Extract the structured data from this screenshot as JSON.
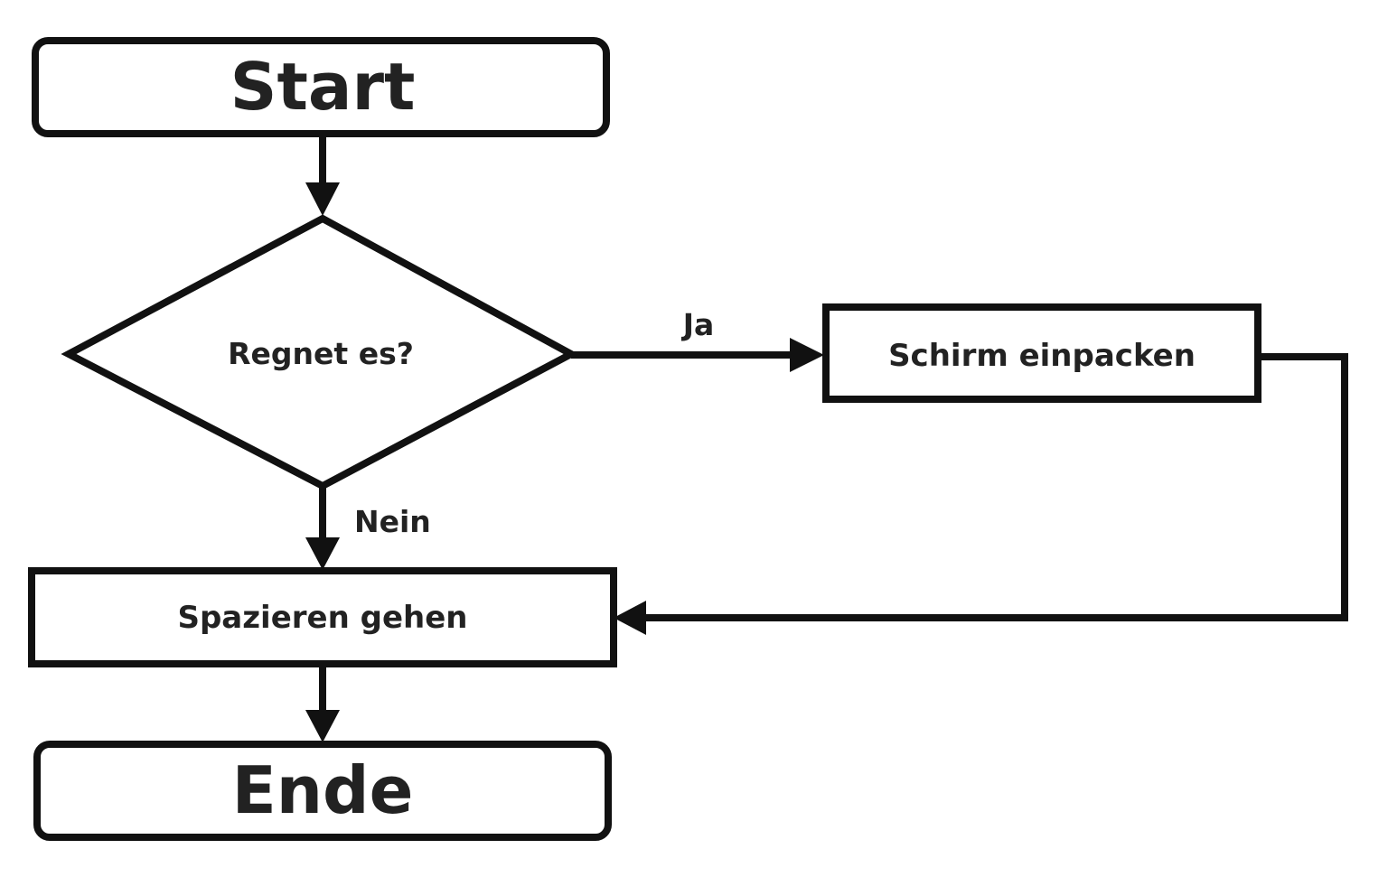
{
  "diagram": {
    "colors": {
      "stroke": "#111111",
      "text": "#222222",
      "background": "#ffffff"
    },
    "nodes": {
      "start": {
        "label": "Start"
      },
      "decision": {
        "label": "Regnet es?"
      },
      "umbrella": {
        "label": "Schirm einpacken"
      },
      "walk": {
        "label": "Spazieren gehen"
      },
      "end": {
        "label": "Ende"
      }
    },
    "edges": {
      "yes_label": "Ja",
      "no_label": "Nein"
    }
  }
}
